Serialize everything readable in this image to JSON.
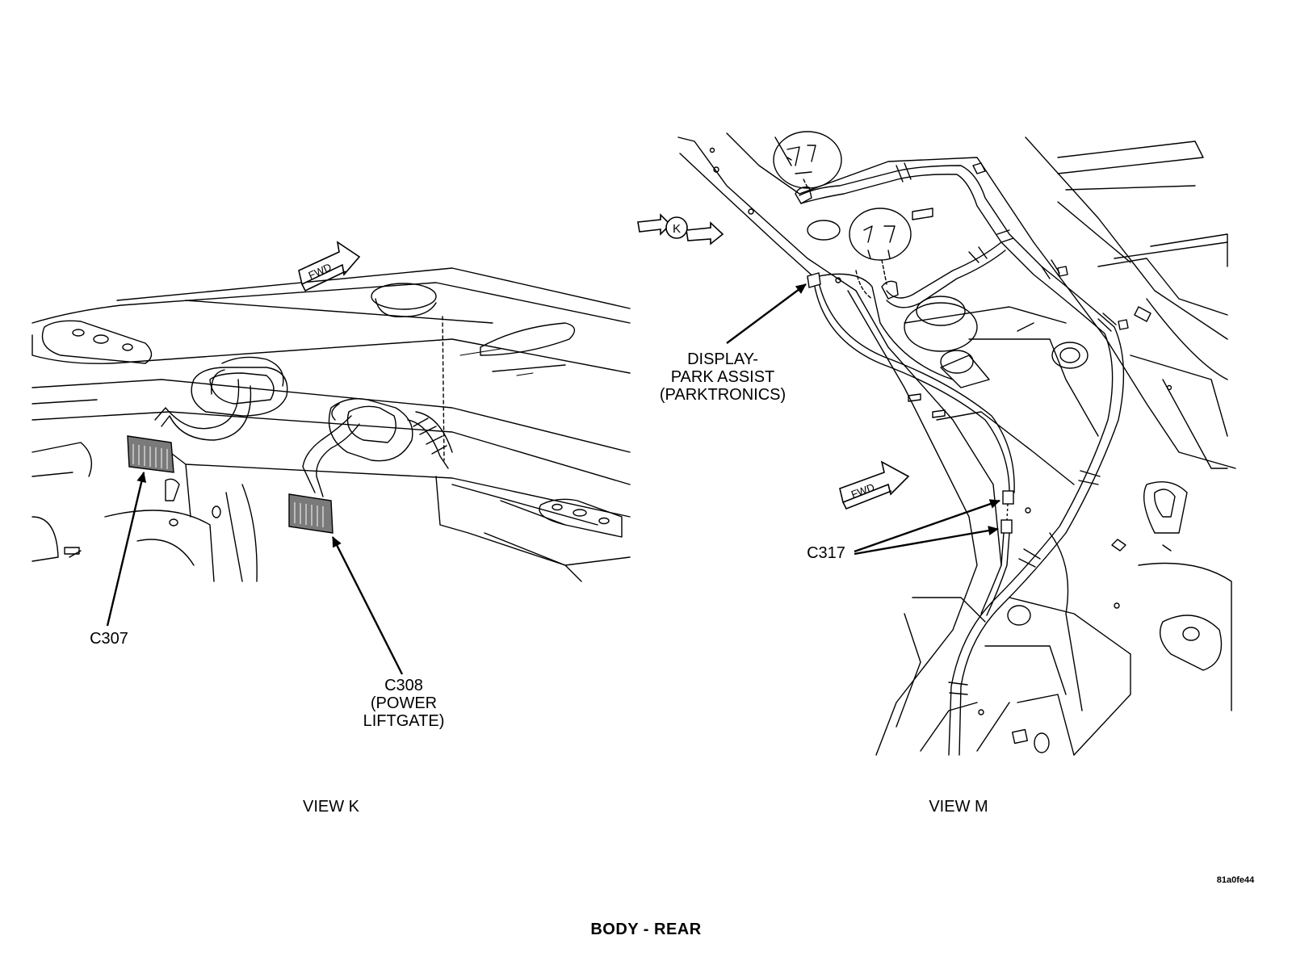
{
  "view_k": {
    "caption": "VIEW K",
    "fwd_label": "FWD",
    "callouts": {
      "c307": {
        "text": "C307"
      },
      "c308": {
        "lines": [
          "C308",
          "(POWER",
          "LIFTGATE)"
        ]
      }
    }
  },
  "view_m": {
    "caption": "VIEW M",
    "fwd_label": "FWD",
    "view_marker": "K",
    "callouts": {
      "display": {
        "lines": [
          "DISPLAY-",
          "PARK ASSIST",
          "(PARKTRONICS)"
        ]
      },
      "c317": {
        "text": "C317"
      }
    }
  },
  "figure_id": "81a0fe44",
  "footer_title": "BODY - REAR",
  "colors": {
    "ink": "#000000",
    "paper": "#ffffff",
    "connector_fill": "#7a7a7a"
  }
}
